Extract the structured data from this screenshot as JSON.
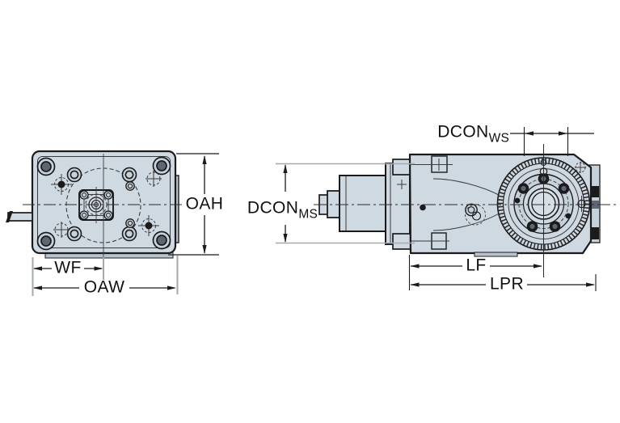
{
  "drawing": {
    "front_view": {
      "dimensions": {
        "oah": "OAH",
        "wf": "WF",
        "oaw": "OAW"
      }
    },
    "side_view": {
      "dimensions": {
        "dcon_ws": {
          "base": "DCON",
          "sub": "WS"
        },
        "dcon_ms": {
          "base": "DCON",
          "sub": "MS"
        },
        "lf": "LF",
        "lpr": "LPR"
      }
    },
    "colors": {
      "background": "#ffffff",
      "body_fill": "#cfd9e1",
      "body_shade": "#b9c5ce",
      "hub_fill": "#c6d2da",
      "bore_fill": "#d6dfe6",
      "screw_core": "#5c6772",
      "line_color": "#1b1b1b",
      "detail_color": "#3c3c3c",
      "centerline_color": "#2c2c2c",
      "extension_color": "#a3a9ae"
    }
  }
}
